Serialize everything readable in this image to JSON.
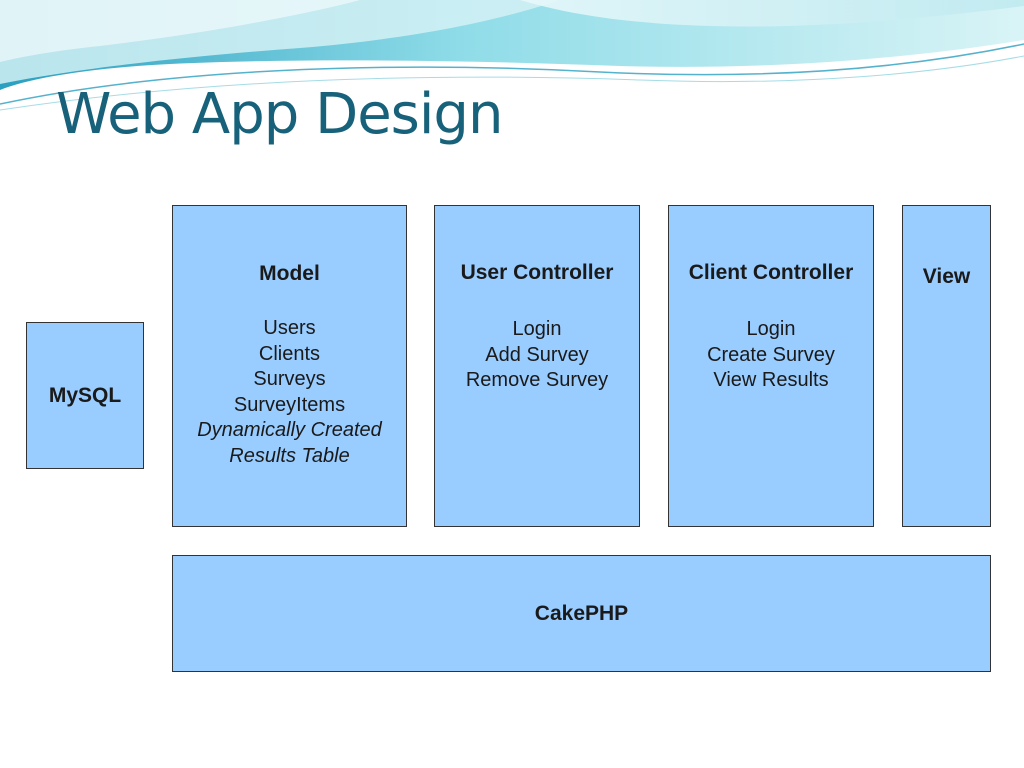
{
  "slide": {
    "title": "Web App Design"
  },
  "diagram": {
    "mysql": {
      "title": "MySQL"
    },
    "model": {
      "title": "Model",
      "items": [
        "Users",
        "Clients",
        "Surveys",
        "SurveyItems"
      ],
      "italic_items": [
        "Dynamically Created",
        "Results Table"
      ]
    },
    "user_controller": {
      "title": "User Controller",
      "items": [
        "Login",
        "Add Survey",
        "Remove Survey"
      ]
    },
    "client_controller": {
      "title": "Client Controller",
      "items": [
        "Login",
        "Create Survey",
        "View Results"
      ]
    },
    "view": {
      "title": "View"
    },
    "framework": {
      "title": "CakePHP"
    }
  },
  "colors": {
    "box_fill": "#99ccff",
    "box_border": "#333333",
    "title_text": "#17627a",
    "wave_light": "#c9eef2",
    "wave_dark": "#33aacc"
  }
}
